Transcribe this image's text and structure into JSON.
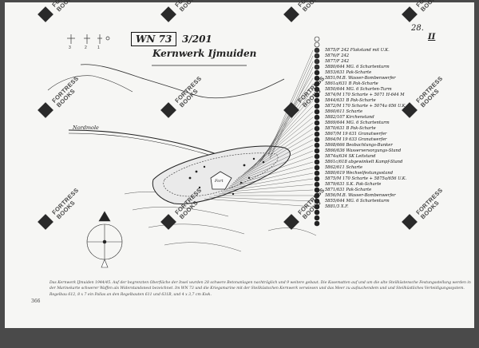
{
  "document": {
    "title_box": "WN 73",
    "title_number": "3/201",
    "subtitle": "Kernwerk Ijmuiden",
    "page_corner": "28.",
    "page_corner_mark": "II",
    "map_label_nordmole": "Nordmole",
    "map_label_center": "Fort",
    "scale_labels": [
      "1",
      "2",
      "3"
    ],
    "page_number": "366",
    "caption": "Das Kernwerk IJmuiden 1944/45. Auf der begrenzten Oberfläche der Insel wurden 28 schwere Betonanlagen nachträglich und 9 weitere gebaut. Die Kasematten auf und um die alte Steilküstensche Festungsstellung werden in der Marinekarte schwerer Waffen als Widerstandsnest bezeichnet. Im WN 73 und die Kriegsmarine mit der Steilküstschen Kernwerk verwiesen und das Meer zu aufsuchendem und und Steilküstliches Verteidigungssystem. Regelbau 612, 8 x 7 ein Pallas an den Regelbauten 611 und 631B, und 4 x 3,7 cm Kwk."
  },
  "legend": [
    "5875/F 242 Flakstand mit U.K.",
    "5876/F 242",
    "5877/F 242",
    "5880/644 MG. 6 Schartenturm",
    "5853/631 Pak-Schartе",
    "5851/M.B. Wasser-Bombenwerfer",
    "5861a/631 B Pak-Scharte",
    "5850/644 MG. 6 Scharten-Turm",
    "5874/M 170 Scharte + 5071 H-644 M",
    "5844/631 B Pak-Scharte",
    "5872/M 170 Scharte + 5074a 656 U.K.",
    "5860/611 Scharte",
    "5882/107 Kirchenstand",
    "5869/644 MG. 6 Schartenturm",
    "5870/631 B Pak-Scharte",
    "5867/M 19 631 Granatwerfer",
    "5864/M 19 633 Granatwerfer",
    "5868/666 Beobachtungs-Bunker",
    "5866/636 Wasserversorgungs-Stand",
    "5874a/634 SK Leitstand",
    "5861c/618 abgewinkelt Kampf-Stand",
    "5862/611 Scharte",
    "5880/619 Wechselfestungsstand",
    "5875/M 170 Scharte + 5875a/656 U.K.",
    "5879/631 S.K. Pak-Scharte",
    "5871/631 Pak-Scharte",
    "5856/M.B. Wasser-Bombenwerfer",
    "5855/644 MG. 6 Schartenturm",
    "5881/3 X.F."
  ],
  "watermark": {
    "line1": "FORTRESS",
    "line2": "BOOKS"
  }
}
